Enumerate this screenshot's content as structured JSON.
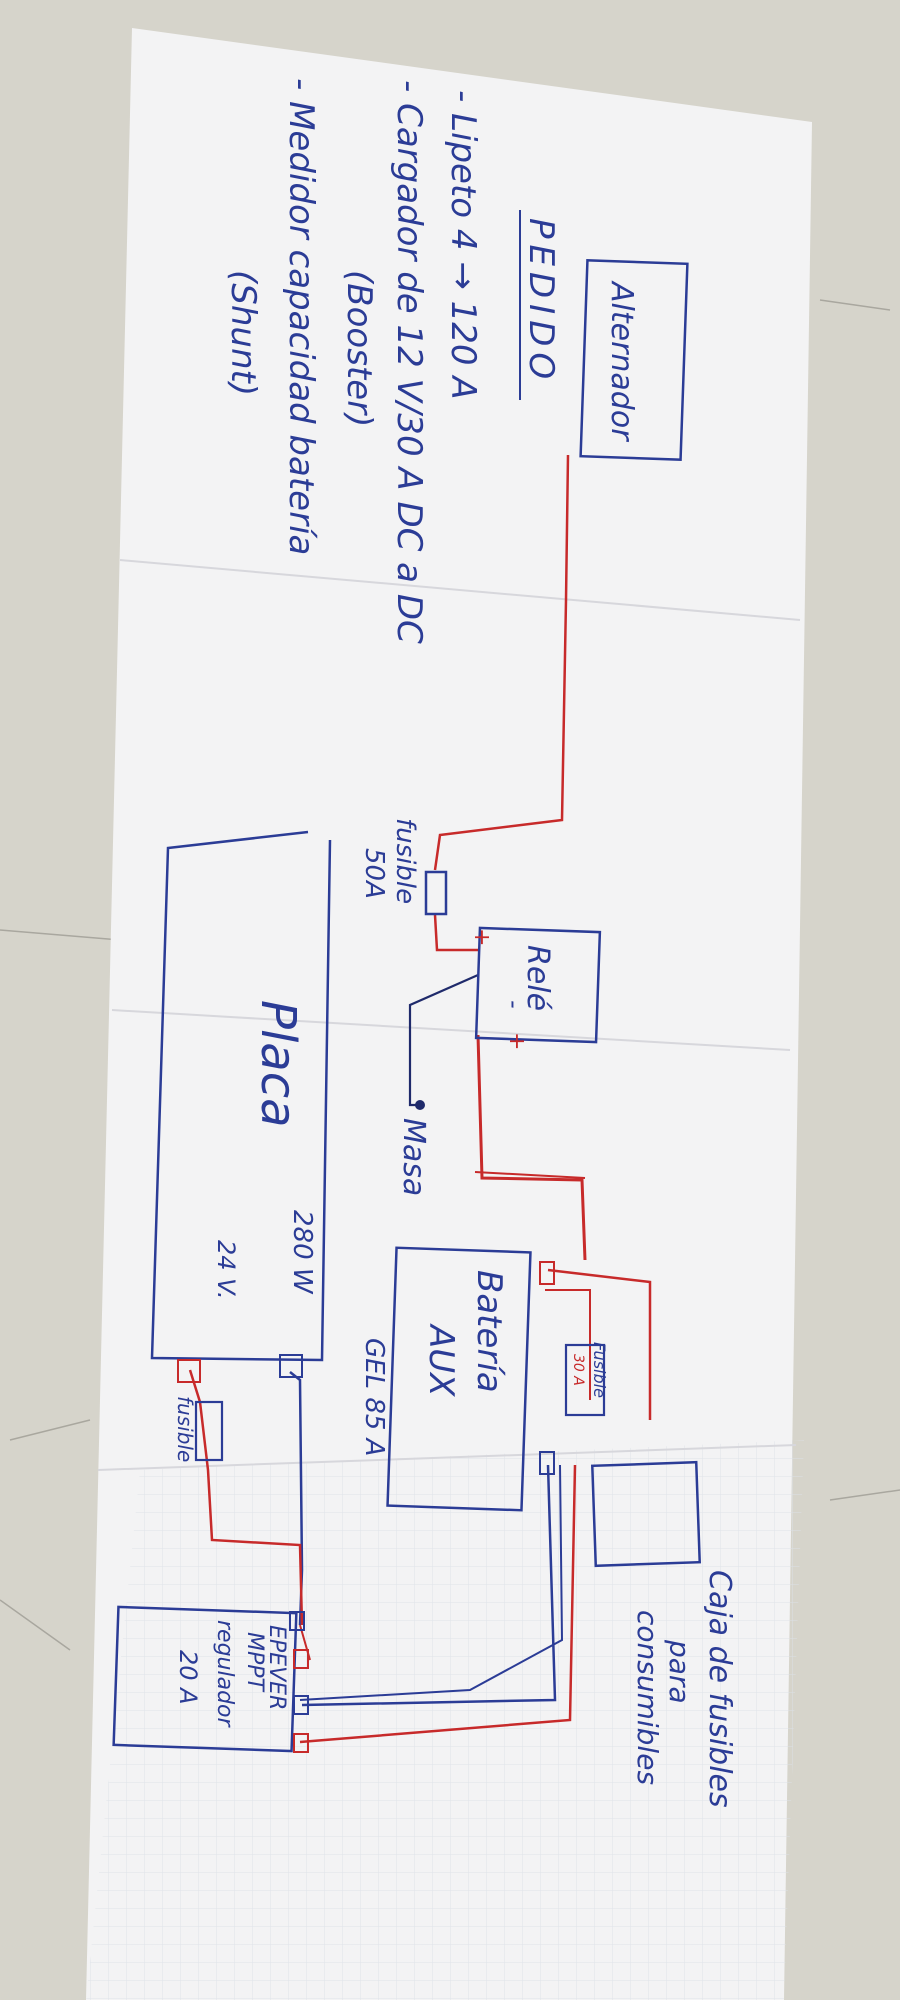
{
  "colors": {
    "desk": "#d6d4cb",
    "paper": "#f3f3f4",
    "grid": "#dfe3ea",
    "ink_blue": "#2b3c96",
    "ink_red": "#c72a2a",
    "ink_dark": "#1f2a6b"
  },
  "order_list": {
    "heading": "PEDIDO",
    "items": [
      "- Lipeto 4 → 120 A",
      "- Cargador de 12 V/30 A DC a DC",
      "(Booster)",
      "- Medidor capacidad batería",
      "(Shunt)"
    ]
  },
  "components": {
    "alternator": "Alternador",
    "fuse_main": {
      "label": "fusible",
      "rating": "50A"
    },
    "relay": {
      "label": "Relé",
      "plus_in": "+",
      "minus": "-",
      "plus_out": "+"
    },
    "ground": "Masa",
    "aux_battery": {
      "line1": "Batería",
      "line2": "AUX",
      "spec": "GEL 85 A"
    },
    "fuse_battery": {
      "label": "Fusible",
      "rating": "30 A"
    },
    "fuse_box": {
      "line1": "Caja de fusibles",
      "line2": "para",
      "line3": "consumibles"
    },
    "solar_panel": {
      "label": "Placa",
      "power": "280 W",
      "voltage": "24 V."
    },
    "fuse_panel": "fusible",
    "regulator": {
      "brand": "EPEVER",
      "type": "MPPT",
      "name": "regulador",
      "rating": "20 A"
    }
  }
}
